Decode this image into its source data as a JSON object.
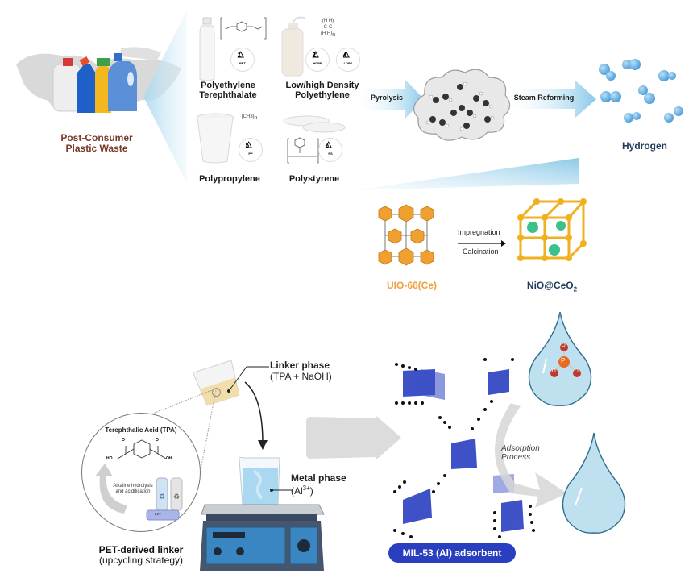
{
  "top_panel": {
    "waste": {
      "label_line1": "Post-Consumer",
      "label_line2": "Plastic Waste",
      "label_color": "#7a3a2a",
      "icon": "plastic-bottles-over-world-map"
    },
    "plastics": [
      {
        "name_line1": "Polyethylene",
        "name_line2": "Terephthalate",
        "codes": [
          {
            "number": "1",
            "abbr": "PET"
          }
        ],
        "icon": "water-bottle"
      },
      {
        "name_line1": "Low/high Density",
        "name_line2": "Polyethylene",
        "codes": [
          {
            "number": "2",
            "abbr": "HDPE"
          },
          {
            "number": "4",
            "abbr": "LDPE"
          }
        ],
        "icon": "wash-bottle",
        "formula_atoms": [
          "H",
          "H",
          "C",
          "C",
          "H",
          "H"
        ],
        "formula_subscript": "n"
      },
      {
        "name_line1": "Polypropylene",
        "name_line2": "",
        "codes": [
          {
            "number": "5",
            "abbr": "PP"
          }
        ],
        "icon": "plastic-cup",
        "formula_group": "CH3",
        "formula_subscript": "n"
      },
      {
        "name_line1": "Polystyrene",
        "name_line2": "",
        "codes": [
          {
            "number": "6",
            "abbr": "PS"
          }
        ],
        "icon": "petri-dish",
        "formula_subscript": "n"
      }
    ],
    "steps": {
      "pyrolysis": "Pyrolysis",
      "steam_reforming": "Steam Reforming"
    },
    "product": {
      "label": "Hydrogen",
      "color": "#1f3a5a",
      "molecule_color": "#5aaee0"
    },
    "catalyst": {
      "precursor": "UIO-66(Ce)",
      "precursor_color": "#f0a040",
      "step1": "Impregnation",
      "step2": "Calcination",
      "product_main": "NiO@CeO",
      "product_sub": "2",
      "product_color": "#1f3a5a"
    }
  },
  "bottom_panel": {
    "tpa_inset": {
      "title": "Terephthalic Acid (TPA)",
      "atom_o": "O",
      "atom_ho": "HO",
      "atom_oh": "OH",
      "process_line1": "Alkaline hydrolysis",
      "process_line2": "and acidification",
      "bottle_tag": "PET"
    },
    "linker_label": "PET-derived linker",
    "linker_sub": "(upcycling strategy)",
    "linker_phase": "Linker phase",
    "linker_phase_sub": "(TPA + NaOH)",
    "metal_phase": "Metal phase",
    "metal_ion": "Al",
    "metal_ion_charge": "3+",
    "adsorption_line1": "Adsorption",
    "adsorption_line2": "Process",
    "phosphate": {
      "center": "P",
      "oxygen": "O",
      "charge": "-"
    },
    "mof_badge": "MIL-53 (Al) adsorbent",
    "mof_badge_color": "#2a3fc0"
  }
}
